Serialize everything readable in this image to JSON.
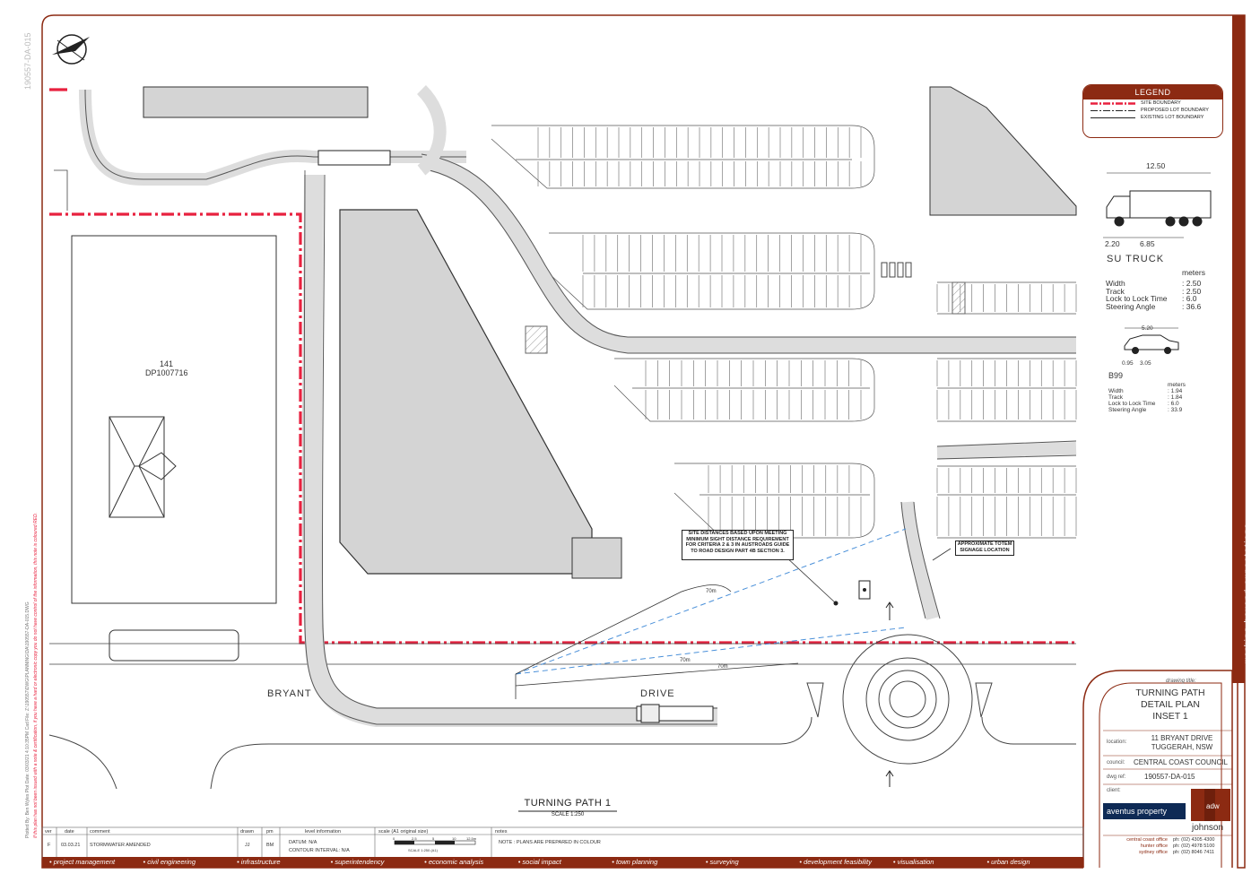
{
  "legend": {
    "title": "LEGEND",
    "items": [
      "SITE BOUNDARY",
      "PROPOSED LOT BOUNDARY",
      "EXISTING LOT BOUNDARY"
    ]
  },
  "su_truck": {
    "overall": "12.50",
    "front": "2.20",
    "wheelbase": "6.85",
    "name": "SU TRUCK",
    "units": "meters",
    "rows": [
      {
        "label": "Width",
        "value": ": 2.50"
      },
      {
        "label": "Track",
        "value": ": 2.50"
      },
      {
        "label": "Lock to Lock Time",
        "value": ": 6.0"
      },
      {
        "label": "Steering Angle",
        "value": ": 36.6"
      }
    ]
  },
  "b99": {
    "overall": "5.20",
    "front": "0.95",
    "wheelbase": "3.05",
    "name": "B99",
    "units": "meters",
    "rows": [
      {
        "label": "Width",
        "value": ": 1.94"
      },
      {
        "label": "Track",
        "value": ": 1.84"
      },
      {
        "label": "Lock to Lock Time",
        "value": ": 6.0"
      },
      {
        "label": "Steering Angle",
        "value": ": 33.9"
      }
    ]
  },
  "plan": {
    "lot_number": "141",
    "lot_dp": "DP1007716",
    "street_left": "BRYANT",
    "street_right": "DRIVE",
    "note_sight": "SITE DISTANCES BASED UPON MEETING MINIMUM SIGHT DISTANCE REQUIREMENT FOR CRITERIA 2 & 3 IN AUSTROADS GUIDE TO ROAD DESIGN PART 4B SECTION 3.",
    "note_totem": "APPROXIMATE TOTEM SIGNAGE LOCATION",
    "dim_a": "70m",
    "dim_b": "70m",
    "dim_c": "70m",
    "caption": "TURNING PATH 1",
    "scale": "SCALE 1:250",
    "sheet_ref_vertical": "190557-DA-015"
  },
  "title_block": {
    "drawing_title_label": "drawing title:",
    "title_lines": [
      "TURNING PATH",
      "DETAIL PLAN",
      "INSET 1"
    ],
    "location_label": "location:",
    "location_lines": [
      "11 BRYANT DRIVE",
      "TUGGERAH, NSW"
    ],
    "council_label": "council:",
    "council": "CENTRAL COAST COUNCIL",
    "dwg_ref_label": "dwg ref:",
    "dwg_ref": "190557-DA-015",
    "client_label": "client:",
    "client_logo": "aventus property",
    "company": "johnson",
    "company_mark": "adw",
    "offices": [
      {
        "name": "central coast office",
        "phone": "ph: (02) 4305 4300"
      },
      {
        "name": "hunter office",
        "phone": "ph: (02) 4978 5100"
      },
      {
        "name": "sydney office",
        "phone": "ph: (02) 8046 7411"
      }
    ],
    "website": "www.adwjohnson.com.au",
    "tagline": "working beyond expectations"
  },
  "revision_table": {
    "headers": [
      "ver",
      "date",
      "comment",
      "drawn",
      "pm",
      "level information",
      "scale (A1 original size)",
      "notes"
    ],
    "row": {
      "ver": "F",
      "date": "03.03.21",
      "comment": "STORMWATER AMENDED",
      "drawn": "JJ",
      "pm": "BM"
    },
    "datum": "DATUM:  N/A",
    "contour": "CONTOUR INTERVAL:  N/A",
    "scale_labels": [
      "0",
      "2.5",
      "5",
      "10",
      "12.5m"
    ],
    "scale_caption": "SCALE 1:250 (A1)",
    "note": "NOTE : PLANS ARE PREPARED IN COLOUR"
  },
  "services": [
    "project management",
    "civil engineering",
    "infrastructure",
    "superintendency",
    "economic analysis",
    "social impact",
    "town planning",
    "surveying",
    "development feasibility",
    "visualisation",
    "urban design"
  ],
  "side_notes": {
    "plot_info": "Plotted By: Ben Wyles  Plot Date: 03/03/21 4:10:35PM  Cad File: Z:\\190557\\DWG\\PLANNING\\DA\\190557-DA-015.DWG",
    "warning": "If this plan has not been issued with a note & certification, if you have a hard or electronic copy you do not have control of the information, this note is coloured RED."
  },
  "colors": {
    "brand": "#8c2a12",
    "site_boundary": "#e8213f",
    "sight_line": "#4a90d9",
    "building_fill": "#d4d4d4"
  }
}
